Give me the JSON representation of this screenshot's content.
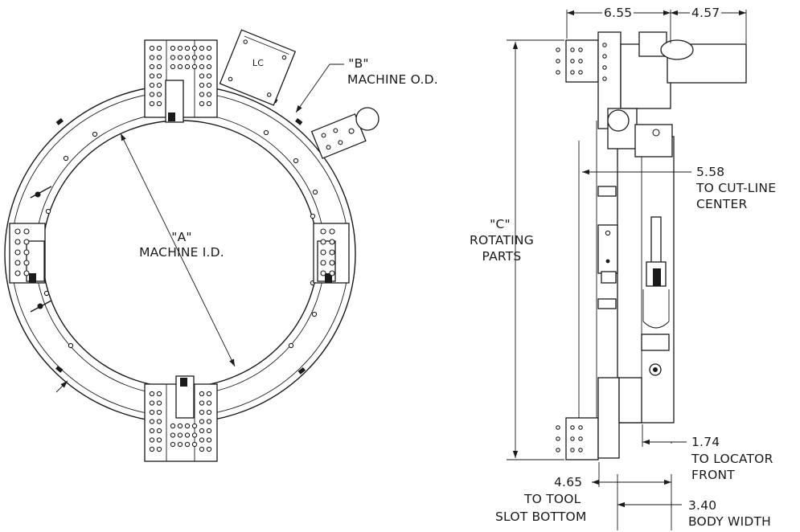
{
  "dimensions": {
    "a_quote": "\"A\"",
    "a_label": "MACHINE I.D.",
    "b_quote": "\"B\"",
    "b_label": "MACHINE O.D.",
    "c_quote": "\"C\"",
    "c_label_1": "ROTATING",
    "c_label_2": "PARTS",
    "lc_tag": "LC",
    "top_left_value": "6.55",
    "top_right_value": "4.57",
    "cutline_value": "5.58",
    "cutline_label_1": "TO CUT-LINE",
    "cutline_label_2": "CENTER",
    "locator_value": "1.74",
    "locator_label_1": "TO LOCATOR",
    "locator_label_2": "FRONT",
    "toolslot_value": "4.65",
    "toolslot_label_1": "TO TOOL",
    "toolslot_label_2": "SLOT BOTTOM",
    "body_value": "3.40",
    "body_label": "BODY WIDTH"
  }
}
